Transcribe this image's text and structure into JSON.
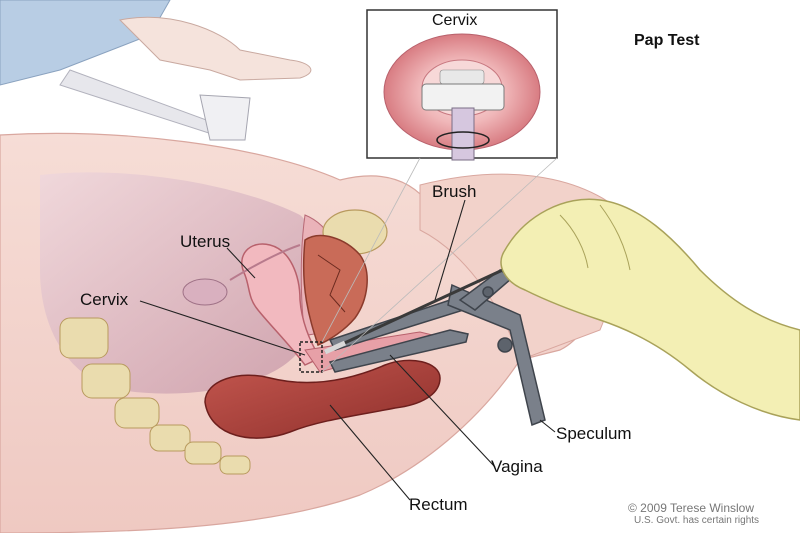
{
  "title": "Pap Test",
  "inset": {
    "label": "Cervix"
  },
  "labels": {
    "uterus": "Uterus",
    "cervix": "Cervix",
    "brush": "Brush",
    "speculum": "Speculum",
    "vagina": "Vagina",
    "rectum": "Rectum"
  },
  "credit": {
    "line1": "© 2009 Terese Winslow",
    "line2": "U.S. Govt. has certain rights"
  },
  "colors": {
    "skin": "#f4d6cf",
    "tissue_pink": "#e9a9b2",
    "uterus": "#f2b9bf",
    "rectum": "#b3443e",
    "bone": "#eadcae",
    "glove": "#f3efb4",
    "speculum": "#6f7580"
  }
}
